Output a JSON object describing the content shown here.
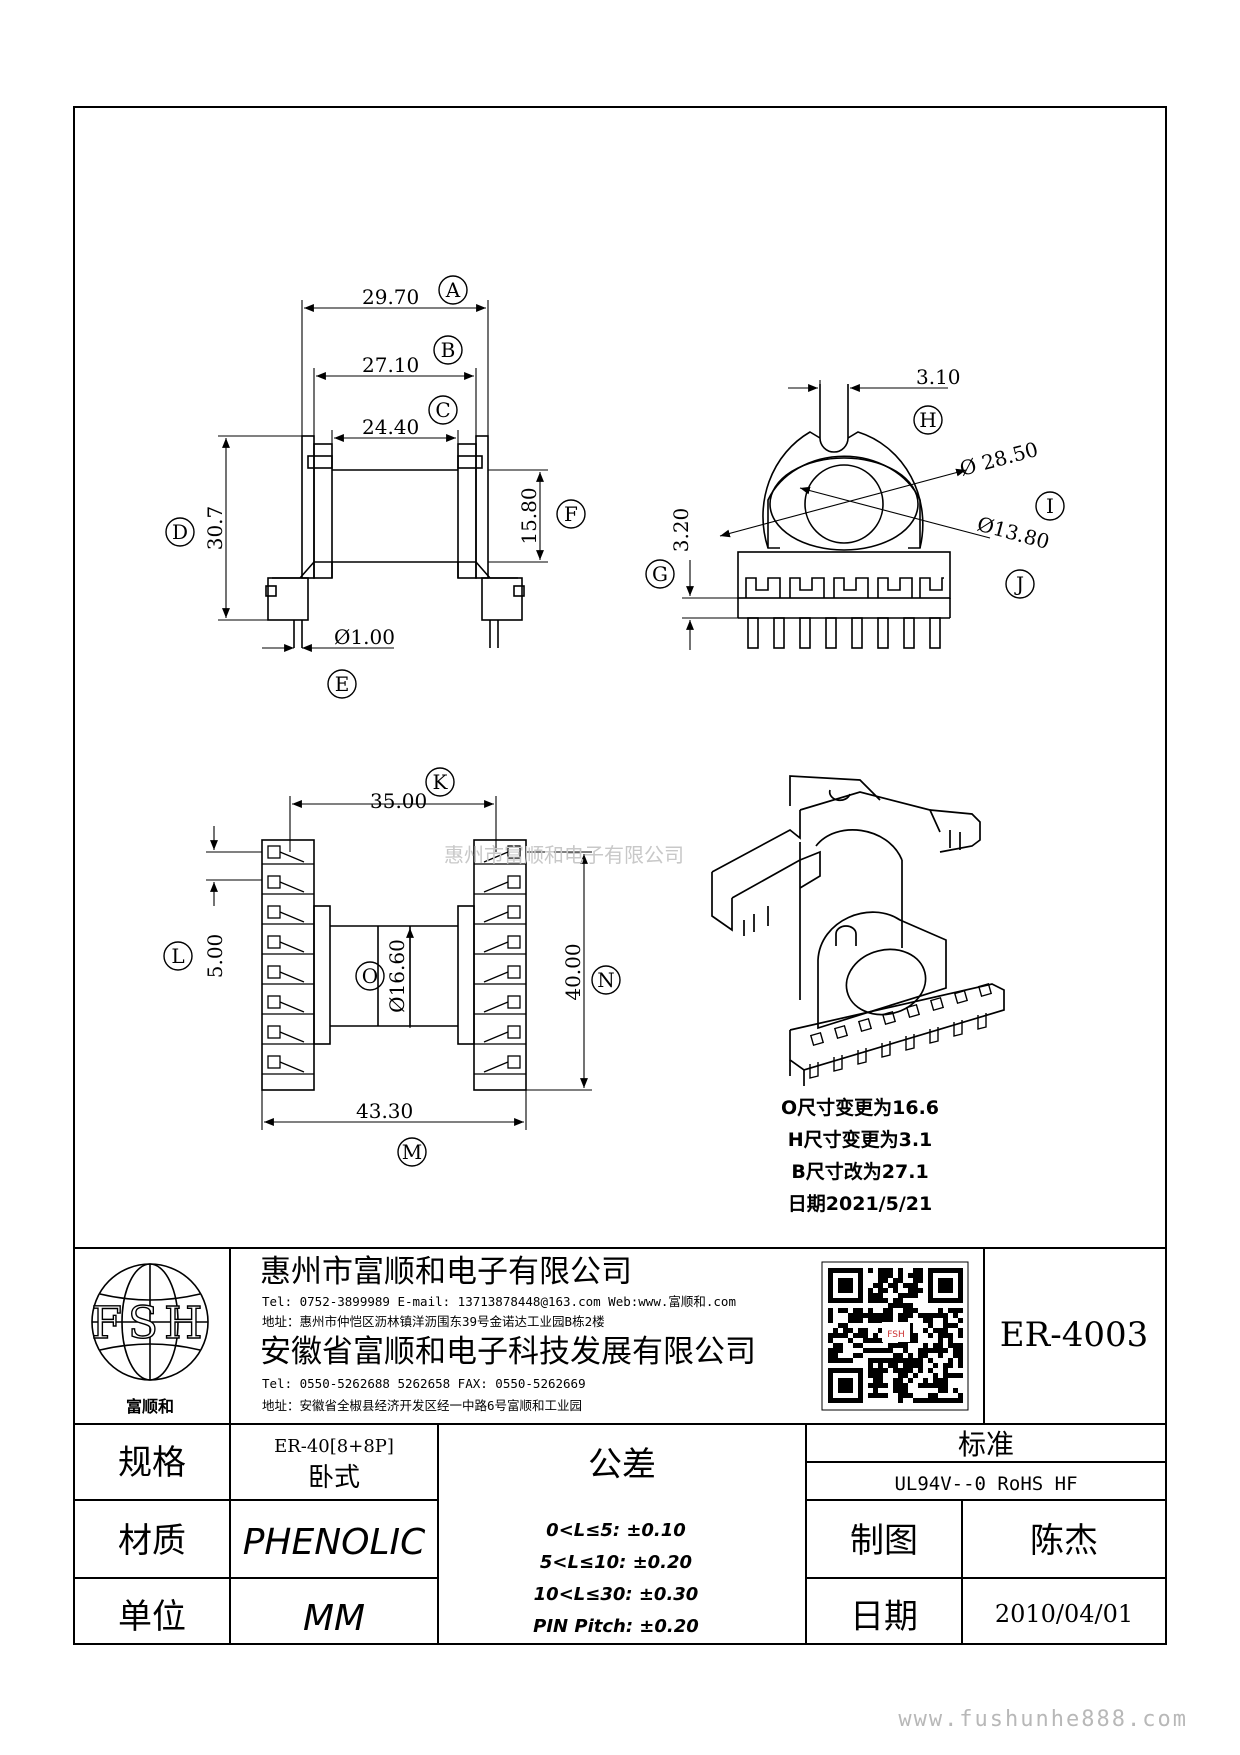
{
  "watermark": {
    "center": "惠州市富顺和电子有限公司",
    "footer": "www.fushunhe888.com"
  },
  "dimensions": {
    "A": "29.70",
    "B": "27.10",
    "C": "24.40",
    "D": "30.7",
    "F": "15.80",
    "E": "Ø1.00",
    "H": "3.10",
    "G": "3.20",
    "I_outer": "Ø 28.50",
    "I_inner": "Ø13.80",
    "K": "35.00",
    "L": "5.00",
    "O": "Ø16.60",
    "N": "40.00",
    "M": "43.30"
  },
  "callouts": [
    "A",
    "B",
    "C",
    "D",
    "E",
    "F",
    "G",
    "H",
    "I",
    "J",
    "K",
    "L",
    "M",
    "N",
    "O"
  ],
  "change_notes": [
    "O尺寸变更为16.6",
    "H尺寸变更为3.1",
    "B尺寸改为27.1",
    "日期2021/5/21"
  ],
  "title_block": {
    "logo_text": "FSH",
    "logo_caption": "富顺和",
    "company1": "惠州市富顺和电子有限公司",
    "company1_contact": "Tel:  0752-3899989  E-mail: 13713878448@163.com  Web:www.富顺和.com",
    "company1_address": "地址：惠州市仲恺区沥林镇洋沥围东39号金诺达工业园B栋2楼",
    "company2": "安徽省富顺和电子科技发展有限公司",
    "company2_contact": "Tel:  0550-5262688  5262658    FAX: 0550-5262669",
    "company2_address": "地址：安徽省全椒县经济开发区经一中路6号富顺和工业园",
    "qr_badge": "FSH",
    "part_number": "ER-4003",
    "spec_label": "规格",
    "spec_value_1": "ER-40[8+8P]",
    "spec_value_2": "卧式",
    "tolerance_label": "公差",
    "tolerances": [
      "0<L≤5: ±0.10",
      "5<L≤10: ±0.20",
      "10<L≤30: ±0.30",
      "PIN Pitch: ±0.20"
    ],
    "standard_label": "标准",
    "standard_value": "UL94V--0  RoHS HF",
    "material_label": "材质",
    "material_value": "PHENOLIC",
    "drawer_label": "制图",
    "drawer_value": "陈杰",
    "unit_label": "单位",
    "unit_value": "MM",
    "date_label": "日期",
    "date_value": "2010/04/01"
  }
}
